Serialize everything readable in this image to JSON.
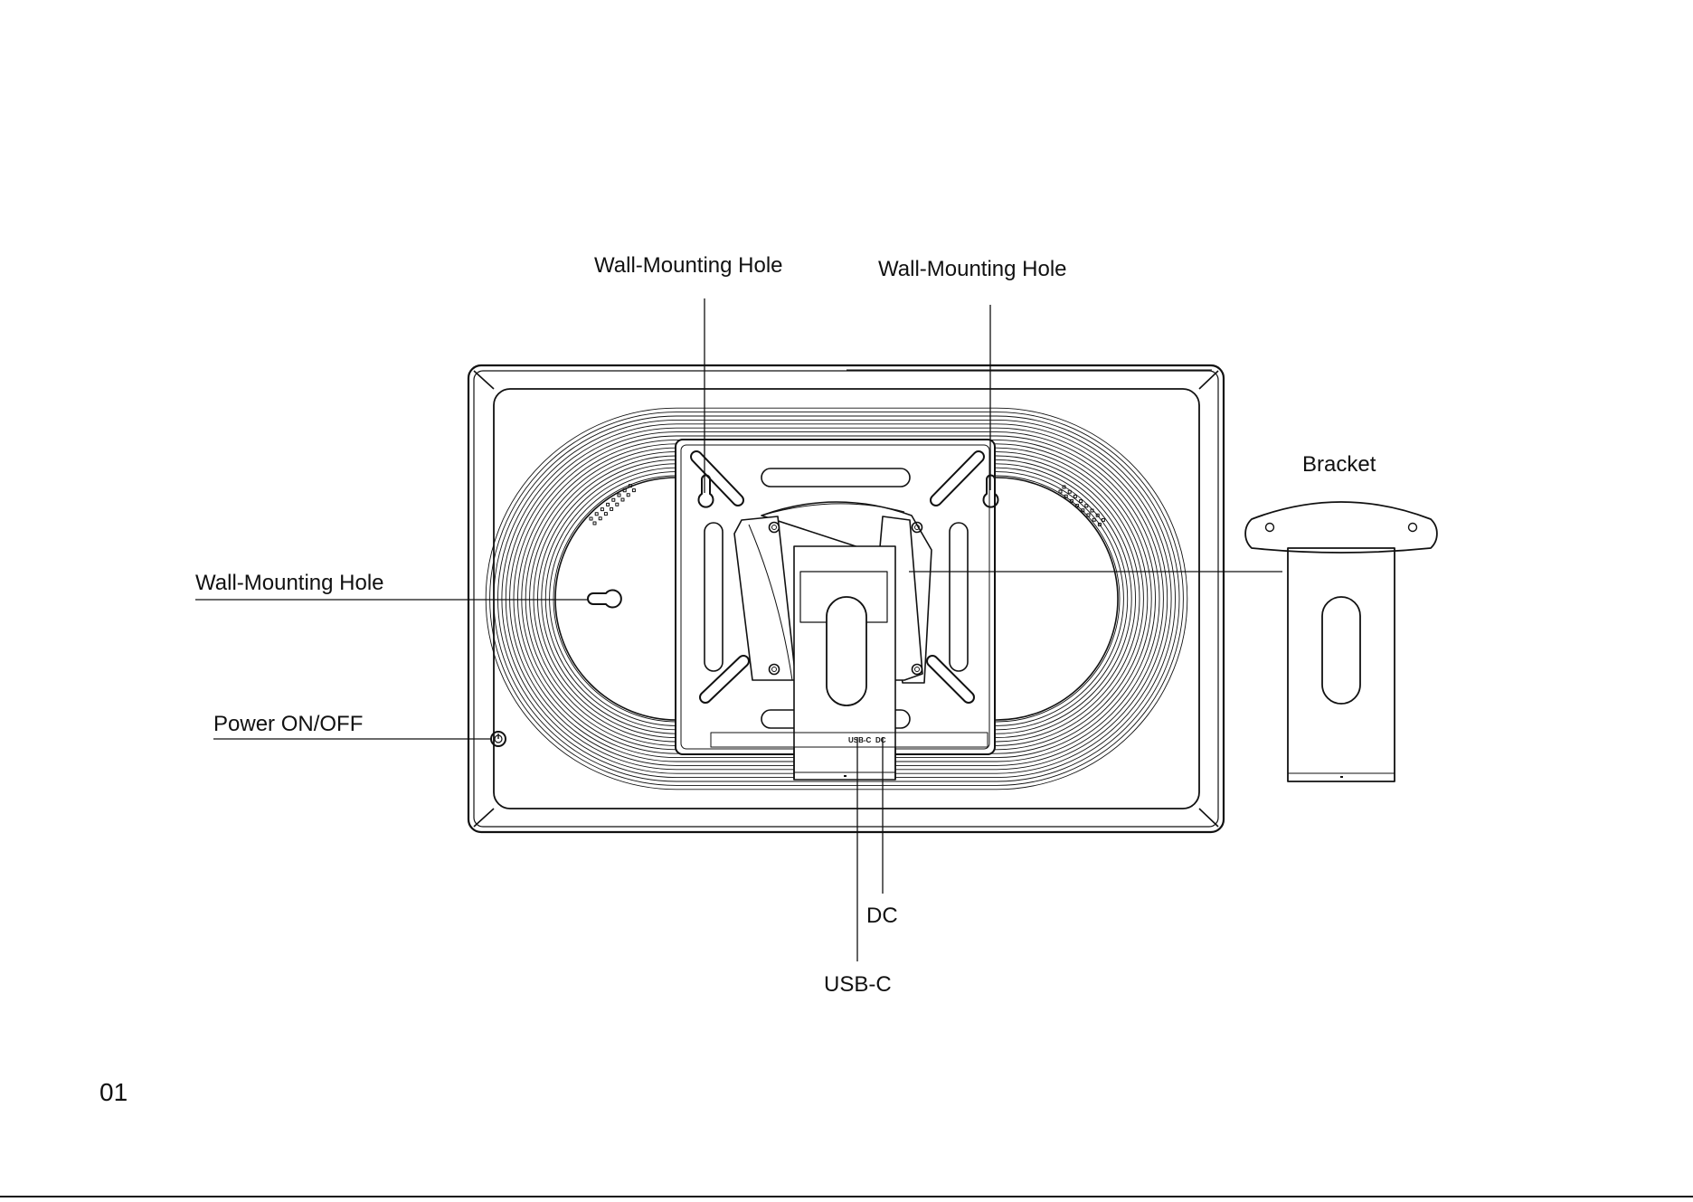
{
  "labels": {
    "wall_hole_top_left": "Wall-Mounting Hole",
    "wall_hole_top_right": "Wall-Mounting Hole",
    "wall_hole_left": "Wall-Mounting Hole",
    "bracket": "Bracket",
    "power": "Power ON/OFF",
    "dc": "DC",
    "usbc": "USB-C"
  },
  "port_marks": {
    "usbc": "USB-C",
    "dc": "DC"
  },
  "page_number": "01",
  "colors": {
    "line": "#111111",
    "background": "#ffffff"
  }
}
